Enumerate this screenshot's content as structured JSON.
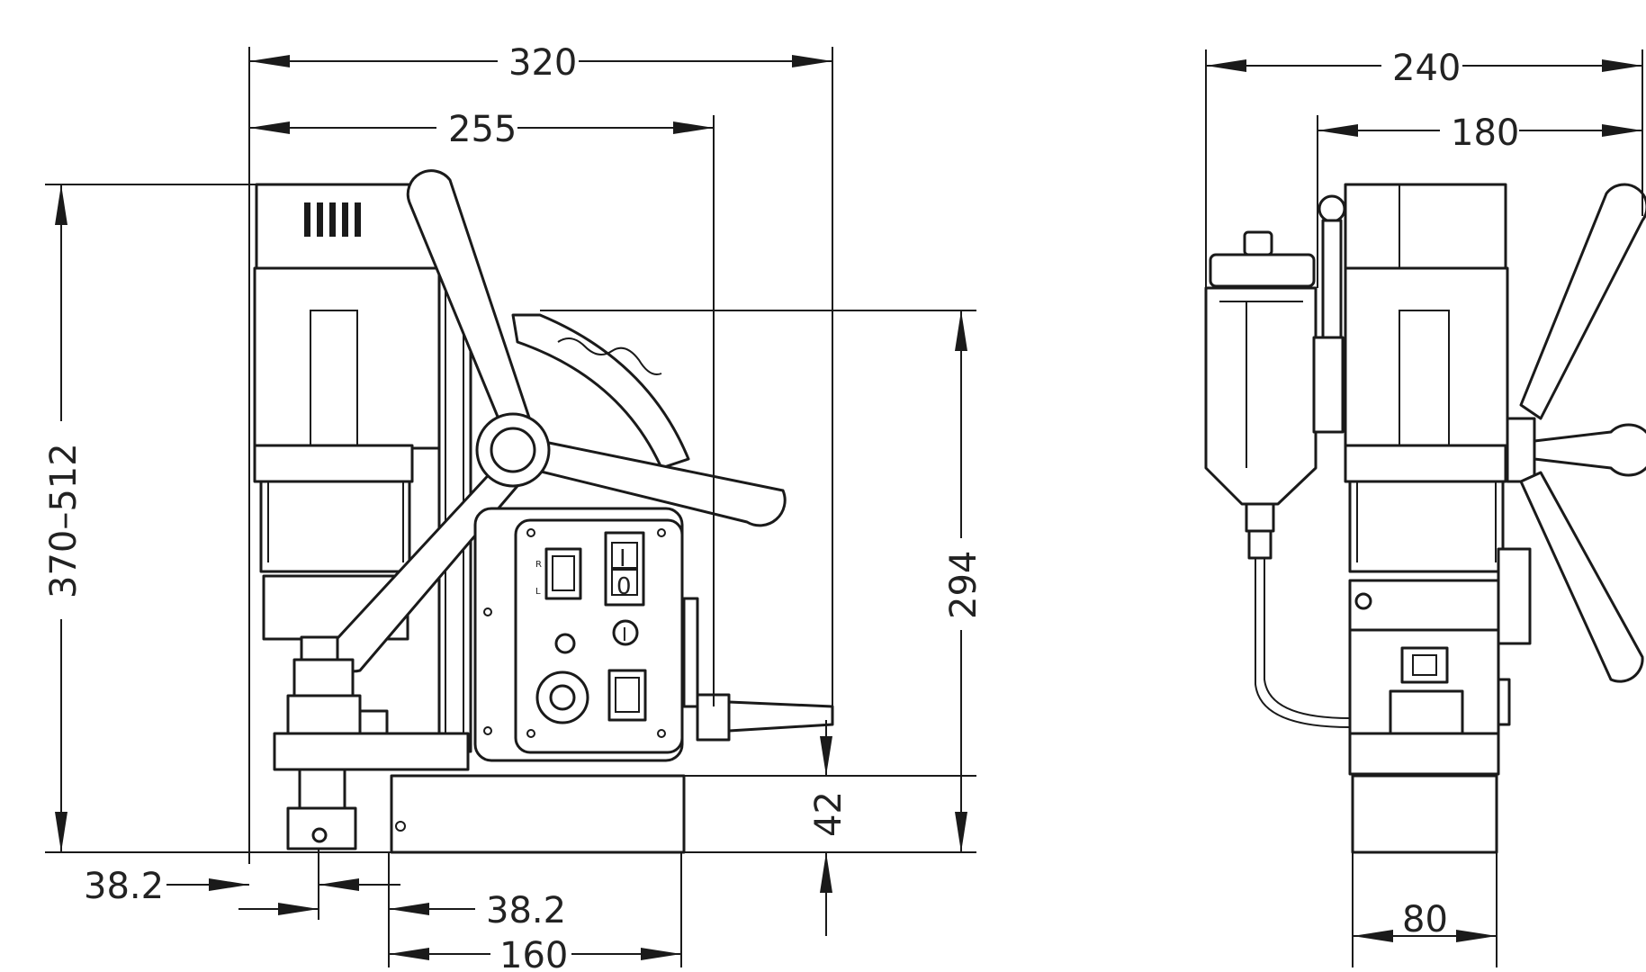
{
  "front_view": {
    "dimensions": {
      "overall_width": "320",
      "motor_to_edge_width": "255",
      "height_range": "370–512",
      "stroke_height": "294",
      "base_height": "42",
      "base_length": "160",
      "arbor_offset_left": "38.2",
      "arbor_offset_right": "38.2"
    },
    "switches": {
      "motor_switch_on": "I",
      "motor_switch_off": "0",
      "direction_label_r": "R",
      "direction_label_l": "L",
      "magnet_indicator": "I"
    }
  },
  "side_view": {
    "dimensions": {
      "overall_width": "240",
      "frame_width": "180",
      "base_width": "80"
    }
  },
  "colors": {
    "line": "#1a1a1a",
    "background": "#ffffff"
  }
}
